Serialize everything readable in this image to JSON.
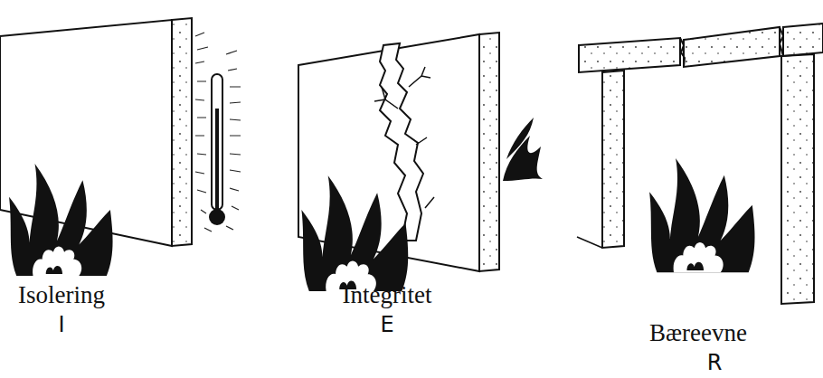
{
  "diagram": {
    "labels": [
      "Isolering",
      "I",
      "Integritet",
      "E",
      "Bæreevne",
      "R"
    ]
  }
}
